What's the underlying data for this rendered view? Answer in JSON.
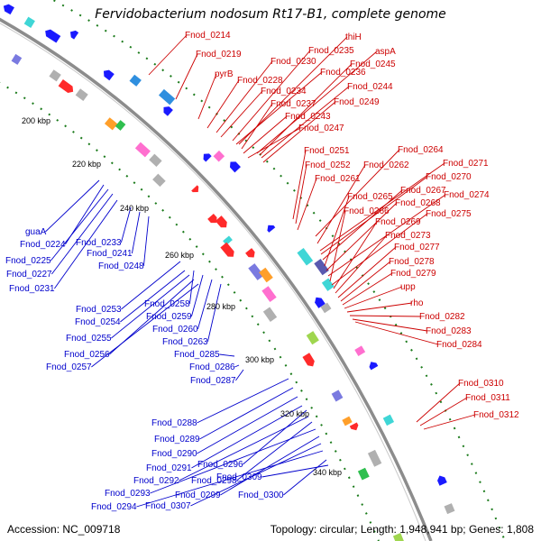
{
  "title": "Fervidobacterium nodosum Rt17-B1, complete genome",
  "footer": {
    "accession": "Accession: NC_009718",
    "summary": "Topology: circular; Length: 1,948,941 bp; Genes: 1,808"
  },
  "colors": {
    "backbone": "#8c8c8c",
    "forward_label": "#cc0000",
    "reverse_label": "#0000cc",
    "forward_gene": "#ff0000",
    "reverse_gene": "#0000ff",
    "marker": "#1a7a1a"
  },
  "kbp_ticks": [
    "200 kbp",
    "220 kbp",
    "240 kbp",
    "260 kbp",
    "280 kbp",
    "300 kbp",
    "320 kbp",
    "340 kbp"
  ],
  "forward_labels": [
    "Fnod_0214",
    "Fnod_0219",
    "pyrB",
    "Fnod_0228",
    "Fnod_0230",
    "Fnod_0234",
    "thiH",
    "Fnod_0235",
    "Fnod_0236",
    "Fnod_0237",
    "Fnod_0243",
    "Fnod_0247",
    "aspA",
    "Fnod_0245",
    "Fnod_0244",
    "Fnod_0249",
    "Fnod_0251",
    "Fnod_0252",
    "Fnod_0261",
    "Fnod_0264",
    "Fnod_0262",
    "Fnod_0271",
    "Fnod_0270",
    "Fnod_0267",
    "Fnod_0265",
    "Fnod_0268",
    "Fnod_0274",
    "Fnod_0266",
    "Fnod_0275",
    "Fnod_0269",
    "Fnod_0273",
    "Fnod_0277",
    "Fnod_0278",
    "Fnod_0279",
    "upp",
    "rho",
    "Fnod_0282",
    "Fnod_0283",
    "Fnod_0284",
    "Fnod_0310",
    "Fnod_0311",
    "Fnod_0312"
  ],
  "reverse_labels": [
    "guaA",
    "Fnod_0224",
    "Fnod_0225",
    "Fnod_0227",
    "Fnod_0231",
    "Fnod_0233",
    "Fnod_0241",
    "Fnod_0248",
    "Fnod_0253",
    "Fnod_0258",
    "Fnod_0254",
    "Fnod_0259",
    "Fnod_0255",
    "Fnod_0260",
    "Fnod_0256",
    "Fnod_0263",
    "Fnod_0257",
    "Fnod_0285",
    "Fnod_0286",
    "Fnod_0287",
    "Fnod_0288",
    "Fnod_0289",
    "Fnod_0290",
    "Fnod_0291",
    "Fnod_0296",
    "Fnod_0292",
    "Fnod_0298",
    "Fnod_0293",
    "Fnod_0299",
    "Fnod_0307",
    "Fnod_0294",
    "Fnod_0300",
    "Fnod_0309"
  ]
}
